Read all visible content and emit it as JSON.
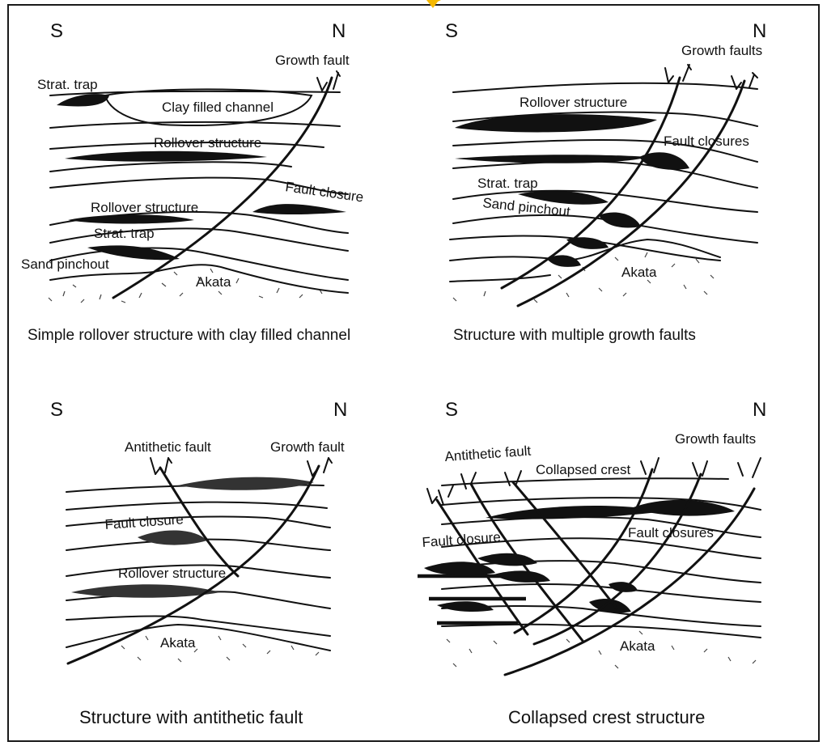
{
  "panels": [
    {
      "caption": "Simple rollover structure with clay filled channel",
      "direction_left": "S",
      "direction_right": "N",
      "labels": {
        "growth_fault": "Growth fault",
        "strat_trap_top": "Strat. trap",
        "clay_channel": "Clay filled channel",
        "rollover_upper": "Rollover structure",
        "fault_closure": "Fault closure",
        "rollover_lower": "Rollover structure",
        "strat_trap_lower": "Strat. trap",
        "sand_pinchout": "Sand pinchout",
        "akata": "Akata"
      }
    },
    {
      "caption": "Structure with multiple growth faults",
      "direction_left": "S",
      "direction_right": "N",
      "labels": {
        "growth_faults": "Growth faults",
        "rollover": "Rollover structure",
        "fault_closures": "Fault closures",
        "strat_trap": "Strat. trap",
        "sand_pinchout": "Sand pinchout",
        "akata": "Akata"
      }
    },
    {
      "caption": "Structure with antithetic fault",
      "direction_left": "S",
      "direction_right": "N",
      "labels": {
        "antithetic_fault": "Antithetic fault",
        "growth_fault": "Growth fault",
        "fault_closure": "Fault closure",
        "rollover": "Rollover structure",
        "akata": "Akata"
      }
    },
    {
      "caption": "Collapsed crest structure",
      "direction_left": "S",
      "direction_right": "N",
      "labels": {
        "antithetic_fault": "Antithetic fault",
        "collapsed_crest": "Collapsed crest",
        "growth_faults": "Growth faults",
        "fault_closure": "Fault closure",
        "fault_closures": "Fault closures",
        "akata": "Akata"
      }
    }
  ],
  "colors": {
    "ink": "#111111",
    "border": "#1a1a1a",
    "accent": "#f5b800"
  }
}
